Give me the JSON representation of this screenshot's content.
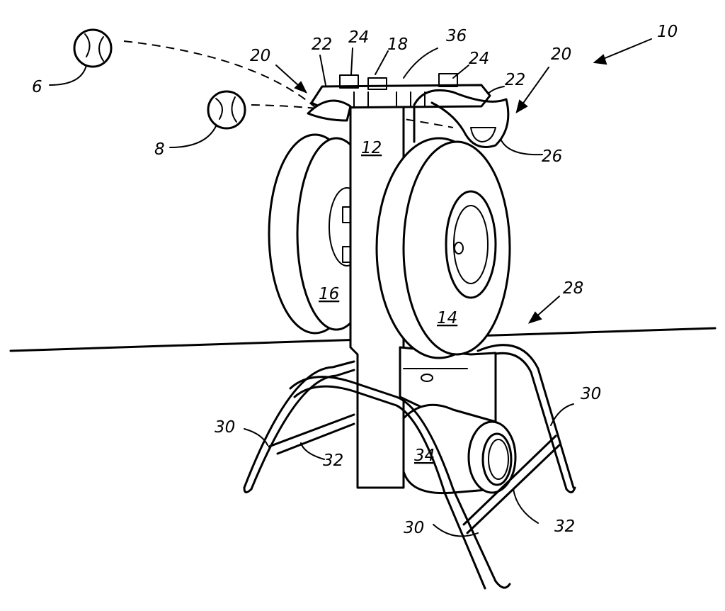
{
  "labels": {
    "l6": "6",
    "l8": "8",
    "l10": "10",
    "l12": "12",
    "l14": "14",
    "l16": "16",
    "l18": "18",
    "l20a": "20",
    "l20b": "20",
    "l22a": "22",
    "l22b": "22",
    "l24a": "24",
    "l24b": "24",
    "l26": "26",
    "l28": "28",
    "l30a": "30",
    "l30b": "30",
    "l30c": "30",
    "l32a": "32",
    "l32b": "32",
    "l34": "34",
    "l36": "36"
  }
}
